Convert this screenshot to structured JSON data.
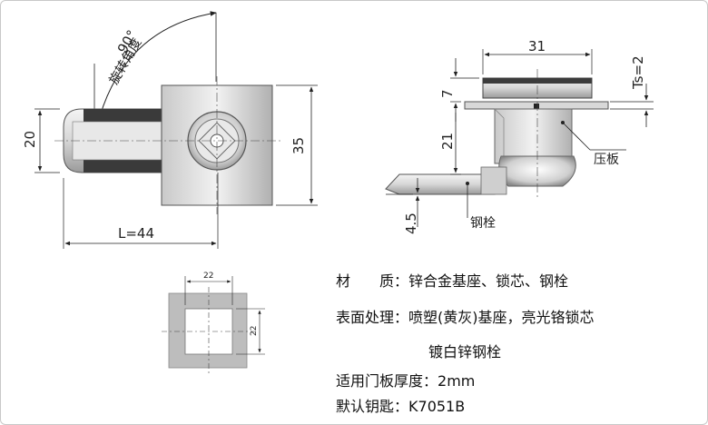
{
  "drawing": {
    "left_view": {
      "rotation_angle": "90°",
      "rotation_label": "旋转角度",
      "height_dim": "20",
      "body_height_dim": "35",
      "length_dim": "L=44"
    },
    "side_view": {
      "width_dim": "31",
      "top_dim": "7",
      "mid_dim": "21",
      "bolt_dim": "4.5",
      "plate_thickness_dim": "Ts=2",
      "plate_label": "压板",
      "bolt_label": "钢栓"
    },
    "cutout_view": {
      "width_dim": "22",
      "height_dim": "22"
    }
  },
  "specs": [
    {
      "label": "材　　质：",
      "value": "锌合金基座、锁芯、钢栓"
    },
    {
      "label": "表面处理：",
      "value": "喷塑(黄灰)基座，亮光铬锁芯"
    },
    {
      "label": "",
      "value": "镀白锌钢栓"
    },
    {
      "label": "适用门板厚度：",
      "value": "2mm"
    },
    {
      "label": "默认钥匙：",
      "value": "K7051B"
    }
  ]
}
